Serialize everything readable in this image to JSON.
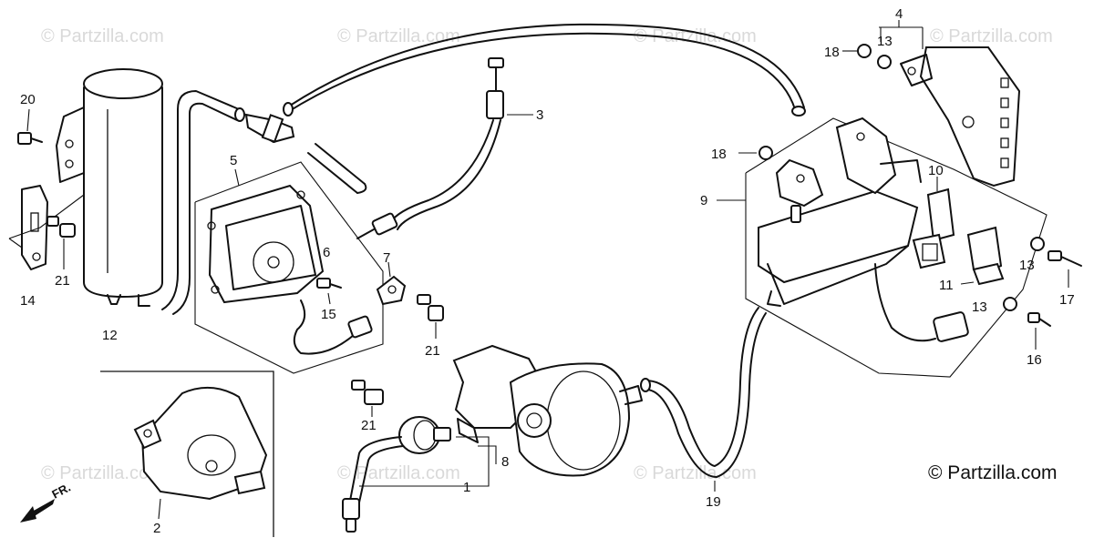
{
  "watermark": "© Partzilla.com",
  "copyright": "© Partzilla.com",
  "front_indicator": "FR.",
  "callouts": {
    "n1": "1",
    "n2": "2",
    "n3": "3",
    "n4": "4",
    "n5": "5",
    "n6": "6",
    "n7": "7",
    "n8": "8",
    "n9": "9",
    "n10": "10",
    "n11": "11",
    "n12": "12",
    "n13a": "13",
    "n13b": "13",
    "n13c": "13",
    "n14": "14",
    "n15": "15",
    "n16": "16",
    "n17": "17",
    "n18a": "18",
    "n18b": "18",
    "n19": "19",
    "n20": "20",
    "n21a": "21",
    "n21b": "21",
    "n21c": "21"
  }
}
